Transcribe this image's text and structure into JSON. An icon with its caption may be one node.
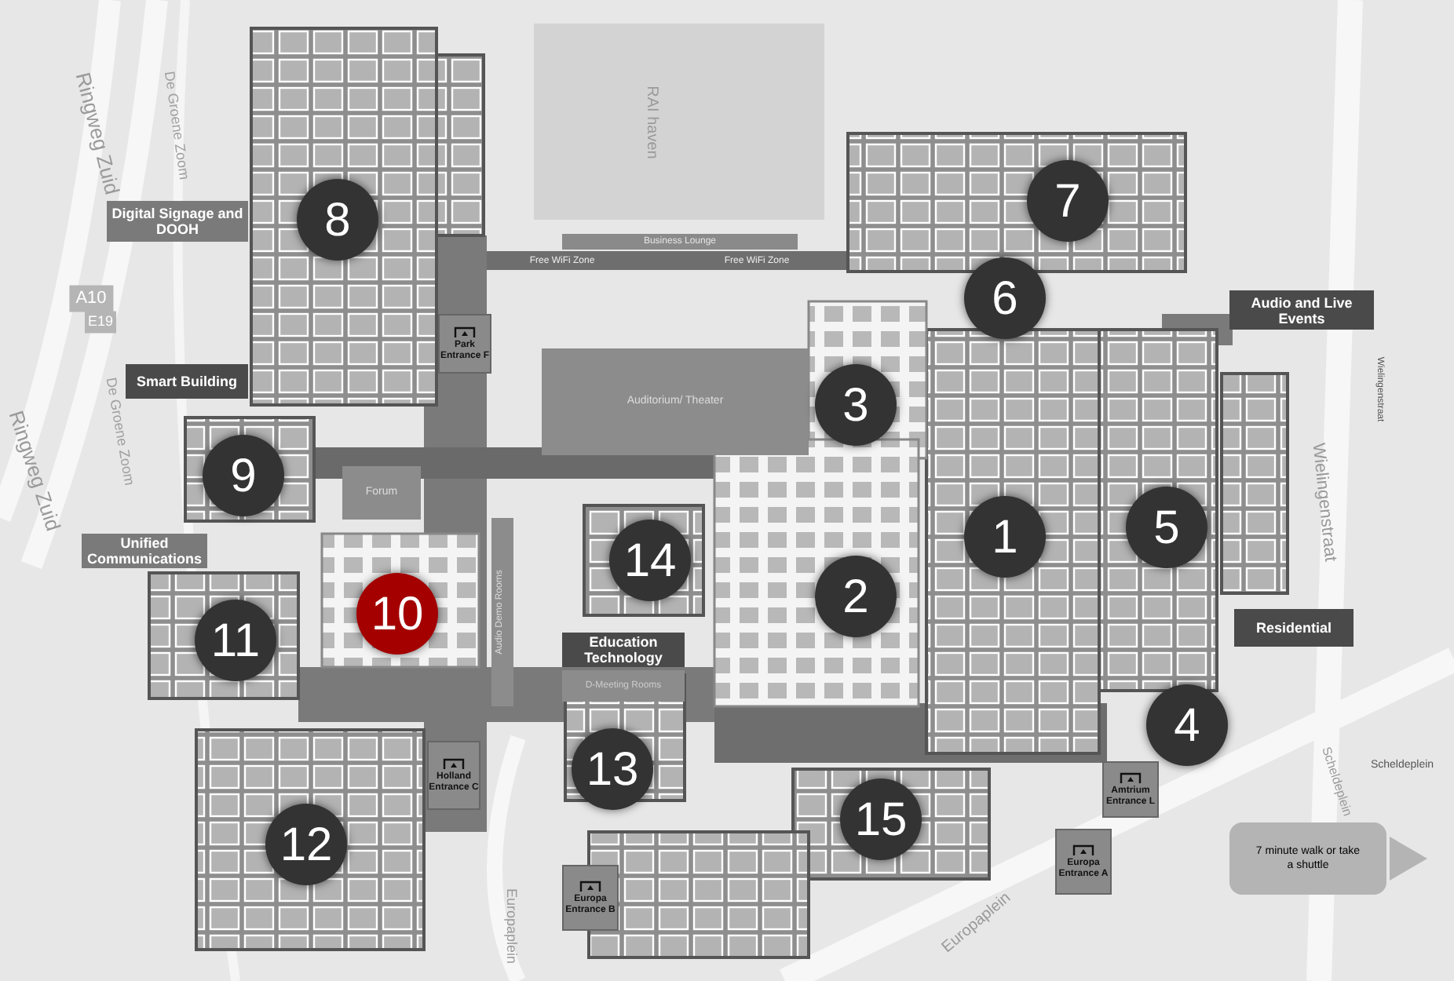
{
  "diagram": {
    "nodes": [
      {
        "text": [
          "8"
        ]
      },
      {
        "text": [
          "Digital Signage and DOOH"
        ]
      },
      {
        "text": [
          "7"
        ]
      },
      {
        "text": [
          "6"
        ]
      },
      {
        "text": [
          "Business Lounge"
        ]
      },
      {
        "text": [
          "Audio and Live Events"
        ]
      },
      {
        "text": [
          "Park Entrance F"
        ]
      },
      {
        "text": [
          "Auditorium/ Theater"
        ]
      },
      {
        "text": [
          "Smart Building"
        ]
      },
      {
        "text": [
          "3"
        ]
      },
      {
        "text": [
          "9"
        ]
      },
      {
        "text": [
          "Forum"
        ]
      },
      {
        "text": [
          "1"
        ]
      },
      {
        "text": [
          "5"
        ]
      },
      {
        "text": [
          "Unified Communications"
        ]
      },
      {
        "text": [
          "14"
        ]
      },
      {
        "text": [
          "2"
        ]
      },
      {
        "text": [
          "10"
        ]
      },
      {
        "text": [
          "11"
        ]
      },
      {
        "text": [
          "Residential"
        ]
      },
      {
        "text": [
          "Education Technology"
        ]
      },
      {
        "text": [
          "D-Meeting Rooms"
        ]
      },
      {
        "text": [
          "13"
        ]
      },
      {
        "text": [
          "4"
        ]
      },
      {
        "text": [
          "Holland Entrance C"
        ]
      },
      {
        "text": [
          "Amtrium Entrance L"
        ]
      },
      {
        "text": [
          "12"
        ]
      },
      {
        "text": [
          "15"
        ]
      },
      {
        "text": [
          "Europa Entrance B"
        ]
      },
      {
        "text": [
          "Europa Entrance A"
        ]
      },
      {
        "text": [
          "7 minute walk or take a shuttle"
        ]
      }
    ],
    "labels": [
      "Ringweg Zuid",
      "De Groene Zoom",
      "A10",
      "E19",
      "RAI haven",
      "Free WiFi Zone",
      "Free WiFi Zone",
      "Ringweg Zuid",
      "De Groene Zoom",
      "Wielingenstraat",
      "Audio Demo Rooms",
      "Wielingenstraat",
      "Scheldeplein",
      "Scheldeplein",
      "Europaplein",
      "Europaplein"
    ]
  }
}
